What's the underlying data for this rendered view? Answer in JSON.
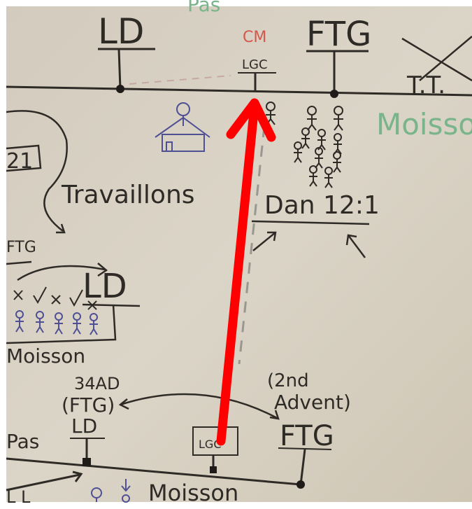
{
  "photo": {
    "board_color": "#d8d1c3",
    "arrow_color": "#ff0000",
    "ink": {
      "black": "#2e2a26",
      "red": "#d4574c",
      "blue": "#4f4f95",
      "green": "#79b48b"
    },
    "labels": {
      "ld_top": "LD",
      "cm": "CM",
      "lgc_top": "LGC",
      "ftg_top": "FTG",
      "tt": "T.T.",
      "moisson_right": "Moisso",
      "num": "21",
      "travaillons": "Travaillons",
      "ftg_left": "FTG",
      "ld_mid": "LD",
      "moisson_left": "Moisson",
      "dan": "Dan 12:1",
      "ad34": "34AD",
      "ftg_paren": "(FTG)",
      "second": "(2nd",
      "advent": "Advent)",
      "ld_bottom": "LD",
      "lgc_box": "LGC",
      "ftg_bottom": "FTG",
      "pas_top": "Pas",
      "pas_bottom": "Pas",
      "moisson_bottom": "Moisson"
    }
  }
}
